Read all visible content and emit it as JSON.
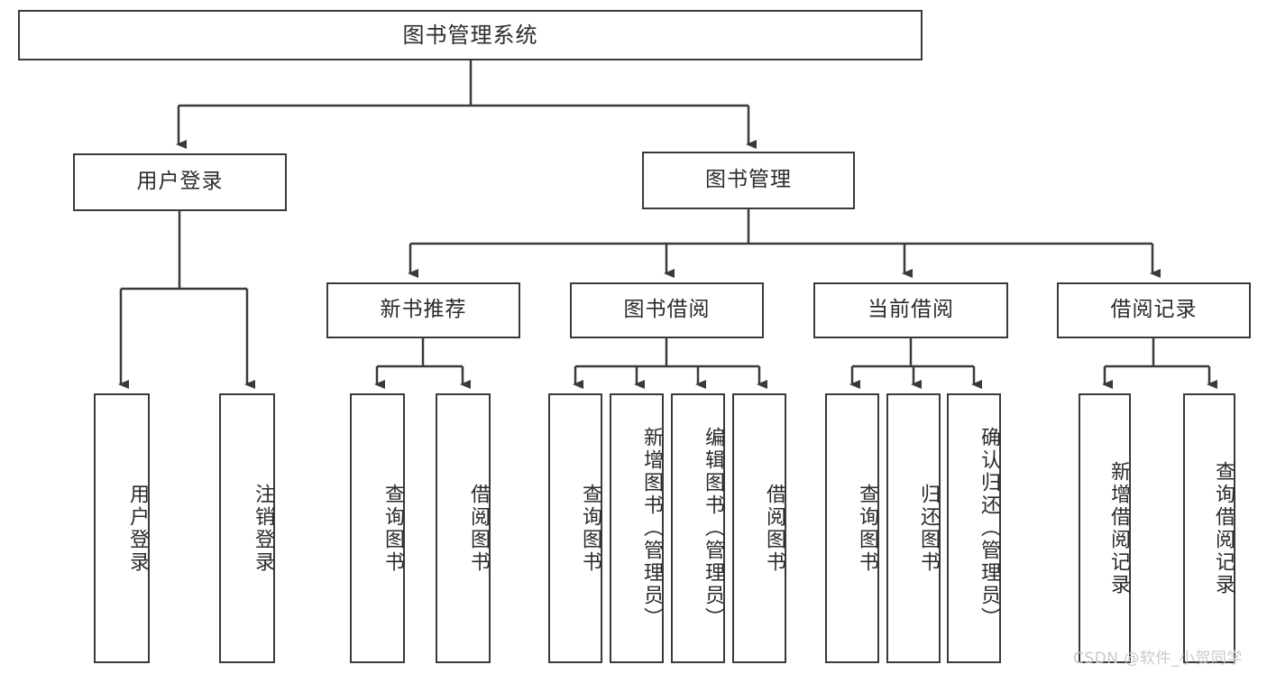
{
  "diagram": {
    "title": "图书管理系统",
    "root": {
      "label": "图书管理系统"
    },
    "level2": [
      {
        "label": "用户登录"
      },
      {
        "label": "图书管理"
      }
    ],
    "level3": [
      {
        "label": "新书推荐"
      },
      {
        "label": "图书借阅"
      },
      {
        "label": "当前借阅"
      },
      {
        "label": "借阅记录"
      }
    ],
    "leaves": {
      "user_login": [
        {
          "label": "用户登录"
        },
        {
          "label": "注销登录"
        }
      ],
      "new_book_recommend": [
        {
          "label": "查询图书"
        },
        {
          "label": "借阅图书"
        }
      ],
      "book_borrow": [
        {
          "label": "查询图书"
        },
        {
          "label": "新增图书（管理员）"
        },
        {
          "label": "编辑图书（管理员）"
        },
        {
          "label": "借阅图书"
        }
      ],
      "current_borrow": [
        {
          "label": "查询图书"
        },
        {
          "label": "归还图书"
        },
        {
          "label": "确认归还（管理员）"
        }
      ],
      "borrow_record": [
        {
          "label": "新增借阅记录"
        },
        {
          "label": "查询借阅记录"
        }
      ]
    }
  },
  "watermark": {
    "text": "CSDN @软件_小贺同学"
  },
  "colors": {
    "box_border": "#3a3a3a",
    "box_fill": "#ffffff",
    "text": "#2b2b2b",
    "edge": "#3a3a3a",
    "watermark": "#c9c9c9",
    "background": "#ffffff"
  }
}
